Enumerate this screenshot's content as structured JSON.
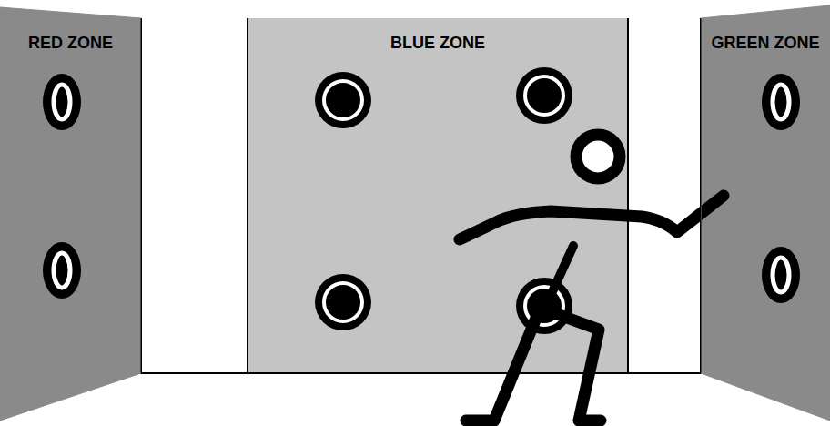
{
  "diagram": {
    "nodes": [
      {
        "text": [
          "RED ZONE"
        ]
      },
      {
        "text": [
          "BLUE ZONE"
        ]
      },
      {
        "text": [
          "GREEN ZONE"
        ]
      }
    ]
  }
}
